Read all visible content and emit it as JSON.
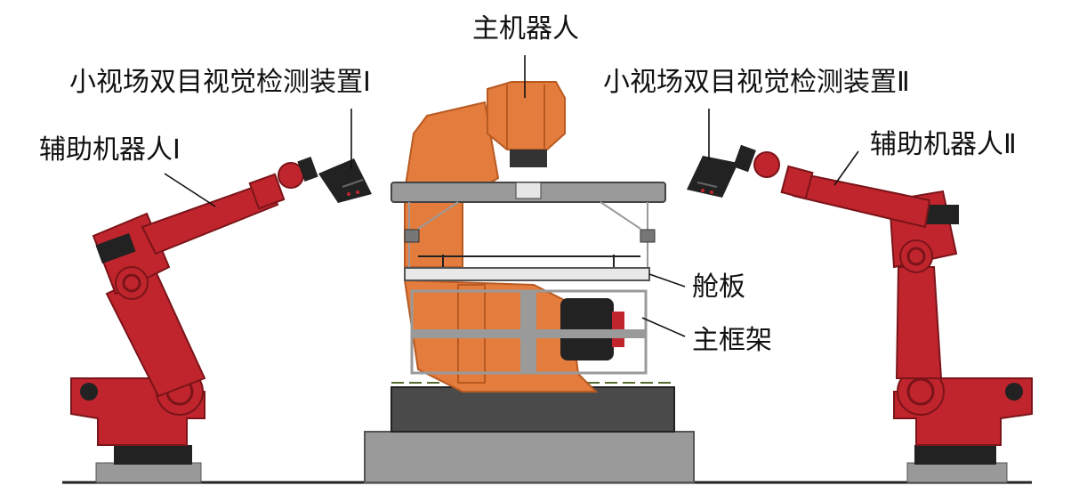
{
  "labels": {
    "main_robot": "主机器人",
    "vision_1": "小视场双目视觉检测装置Ⅰ",
    "vision_2": "小视场双目视觉检测装置Ⅱ",
    "aux_robot_1": "辅助机器人Ⅰ",
    "aux_robot_2": "辅助机器人Ⅱ",
    "hatch_plate": "舱板",
    "main_frame": "主框架"
  },
  "colors": {
    "aux_robot": "#c0252d",
    "aux_robot_dark": "#8e1a20",
    "main_robot": "#e37c3c",
    "main_robot_dark": "#b85a22",
    "fixture_gray": "#9a9a9a",
    "base_dark": "#4a4a4a",
    "camera": "#222222"
  }
}
